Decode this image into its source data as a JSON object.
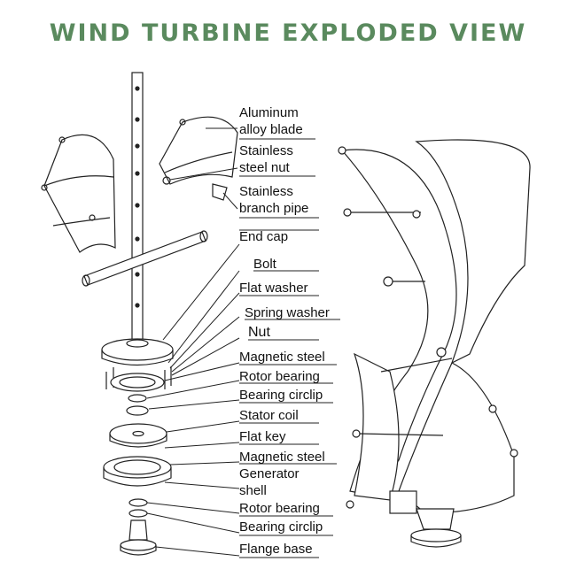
{
  "title": "WIND TURBINE EXPLODED VIEW",
  "colors": {
    "title": "#5a8a5e",
    "line": "#222222"
  },
  "labels": [
    "Aluminum\nalloy blade",
    "Stainless\nsteel nut",
    "Stainless\nbranch pipe",
    "End cap",
    "Bolt",
    "Flat washer",
    "Spring washer",
    "Nut",
    "Magnetic steel",
    "Rotor bearing",
    "Bearing circlip",
    "Stator coil",
    "Flat key",
    "Magnetic steel",
    "Generator\nshell",
    "Rotor bearing",
    "Bearing circlip",
    "Flange base"
  ]
}
